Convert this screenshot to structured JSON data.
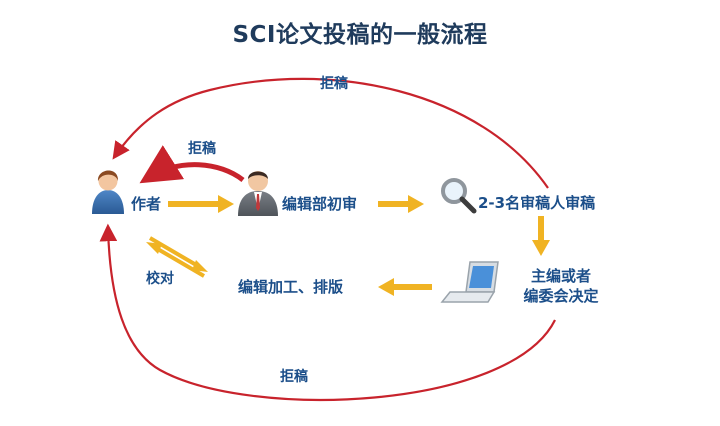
{
  "title": "SCI论文投稿的一般流程",
  "nodes": {
    "author": "作者",
    "editorial_review": "编辑部初审",
    "peer_review": "2-3名审稿人审稿",
    "decision_line1": "主编或者",
    "decision_line2": "编委会决定",
    "editing": "编辑加工、排版"
  },
  "edges": {
    "reject_top": "拒稿",
    "reject_editor": "拒稿",
    "proofread": "校对",
    "reject_bottom": "拒稿"
  },
  "colors": {
    "title": "#1f3b5c",
    "label": "#1c4f8a",
    "reject_arrow": "#c8232c",
    "flow_arrow": "#f0b323"
  },
  "icons": [
    "person-female-icon",
    "person-male-icon",
    "magnifier-icon",
    "laptop-icon"
  ]
}
